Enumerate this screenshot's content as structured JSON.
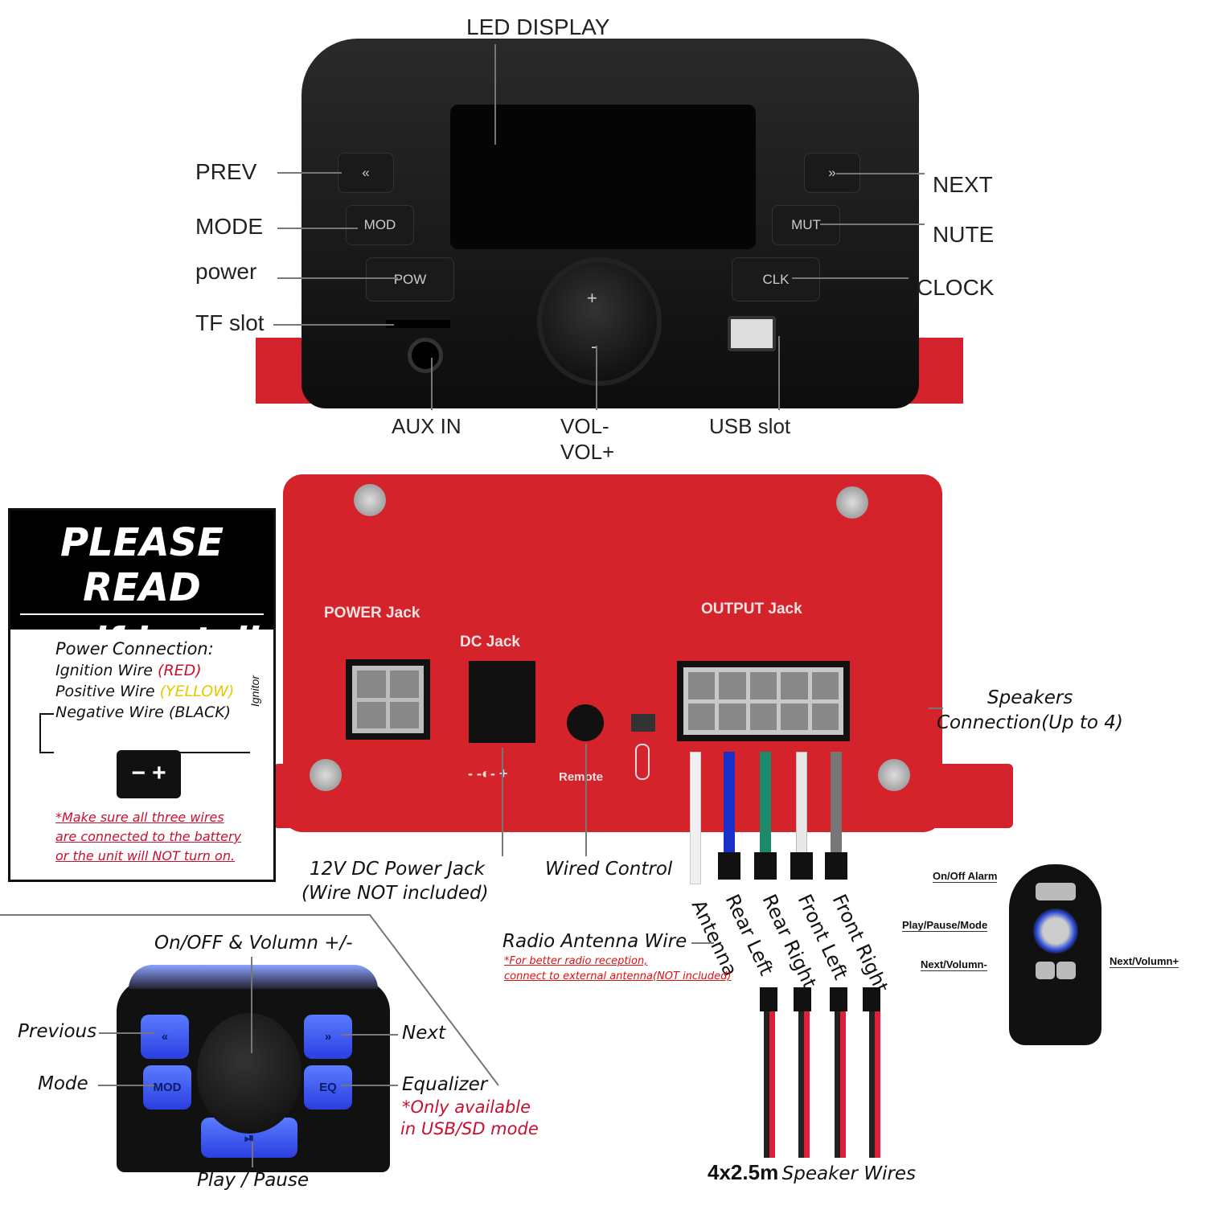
{
  "head_unit": {
    "title_label": "LED DISPLAY",
    "left_labels": [
      "PREV",
      "MODE",
      "power",
      "TF slot"
    ],
    "right_labels": [
      "NEXT",
      "NUTE",
      "CLOCK"
    ],
    "bottom_labels": {
      "aux": "AUX IN",
      "vol_minus": "VOL-",
      "vol_plus": "VOL+",
      "usb": "USB slot"
    },
    "buttons": {
      "prev": "«",
      "mod": "MOD",
      "pow": "POW",
      "next": "»",
      "mut": "MUT",
      "clk": "CLK",
      "vol_up": "+",
      "vol_down": "-"
    }
  },
  "amplifier": {
    "power_jack": "POWER Jack",
    "dc_jack": "DC Jack",
    "output_jack": "OUTPUT Jack",
    "polarity": "- -◐- +",
    "remote_label": "Remote",
    "color": "#d5232c"
  },
  "please_read": {
    "title": "PLEASE READ",
    "subtitle_for": "for",
    "subtitle": "self-install",
    "power_connection": "Power Connection:",
    "wires": [
      {
        "name": "Ignition Wire",
        "color_label": "(RED)",
        "color": "#c8102e"
      },
      {
        "name": "Positive Wire",
        "color_label": "(YELLOW)",
        "color": "#f2d81a"
      },
      {
        "name": "Negative Wire",
        "color_label": "(BLACK)",
        "color": "#111111"
      }
    ],
    "ignitor": "Ignitor",
    "battery_symbols": "−  +",
    "warning": [
      "*Make sure all three wires",
      "are connected to the battery",
      "or the unit will NOT turn on."
    ]
  },
  "annotations": {
    "dc_power": [
      "12V DC Power Jack",
      "(Wire NOT included)"
    ],
    "wired_control": "Wired Control",
    "speakers": [
      "Speakers",
      "Connection(Up to 4)"
    ],
    "radio_antenna": "Radio Antenna Wire",
    "antenna_note": [
      "*For better radio reception,",
      "connect to external antenna(NOT included)"
    ],
    "wire_labels": [
      "Antenna",
      "Rear Left",
      "Rear Right",
      "Front Left",
      "Front Right"
    ],
    "wire_colors": [
      "#f0f0f0",
      "#1a2fc8",
      "#1a8a6a",
      "#e8e8e8",
      "#777777"
    ],
    "speaker_wires_bold": "4x2.5m",
    "speaker_wires": "Speaker Wires"
  },
  "wired_control": {
    "top_label": "On/OFF & Volumn +/-",
    "left_labels": [
      "Previous",
      "Mode"
    ],
    "right_labels": [
      "Next",
      "Equalizer"
    ],
    "eq_note": [
      "*Only available",
      "in USB/SD mode"
    ],
    "bottom_label": "Play / Pause",
    "buttons": {
      "prev": "«",
      "mod": "MOD",
      "next": "»",
      "eq": "EQ",
      "play": "⏯"
    },
    "accent": "#3f5cf5"
  },
  "remote_fob": {
    "labels": [
      "On/Off Alarm",
      "Play/Pause/Mode",
      "Next/Volumn-",
      "Next/Volumn+"
    ]
  }
}
